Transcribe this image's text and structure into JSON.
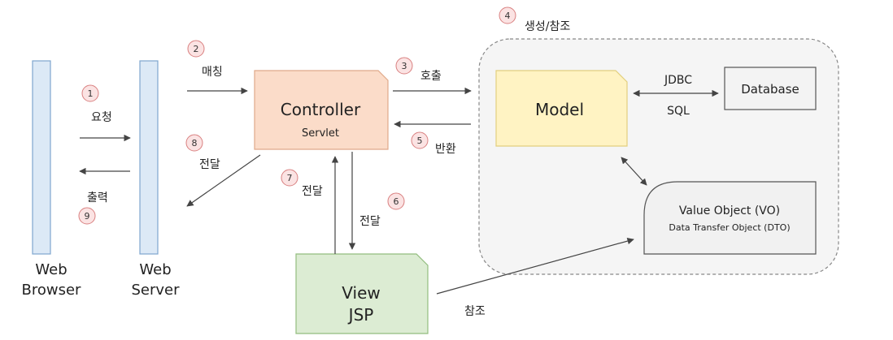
{
  "diagram": {
    "nodes": {
      "web_browser": {
        "line1": "Web",
        "line2": "Browser"
      },
      "web_server": {
        "line1": "Web",
        "line2": "Server"
      },
      "controller": {
        "title": "Controller",
        "subtitle": "Servlet"
      },
      "model": {
        "title": "Model"
      },
      "database": {
        "title": "Database"
      },
      "value_object": {
        "title": "Value Object (VO)",
        "subtitle": "Data Transfer Object (DTO)"
      },
      "view": {
        "line1": "View",
        "line2": "JSP"
      }
    },
    "steps": [
      {
        "num": "1",
        "label": "요청"
      },
      {
        "num": "2",
        "label": "매칭"
      },
      {
        "num": "3",
        "label": "호출"
      },
      {
        "num": "4",
        "label": "생성/참조"
      },
      {
        "num": "5",
        "label": "반환"
      },
      {
        "num": "6",
        "label": "전달"
      },
      {
        "num": "7",
        "label": "전달"
      },
      {
        "num": "8",
        "label": "전달"
      },
      {
        "num": "9",
        "label": "출력"
      }
    ],
    "edge_labels": {
      "jdbc": "JDBC",
      "sql": "SQL",
      "reference": "참조"
    },
    "colors": {
      "panel_fill": "#dce9f6",
      "panel_stroke": "#7ea6cf",
      "controller_fill": "#fbdcc9",
      "controller_stroke": "#e0a98a",
      "model_fill": "#fff3c3",
      "model_stroke": "#e2cf7e",
      "view_fill": "#dcecd3",
      "view_stroke": "#92bd7e",
      "badge_fill": "#fbe3e3",
      "badge_stroke": "#d98080",
      "group_fill": "#f5f5f5"
    }
  }
}
